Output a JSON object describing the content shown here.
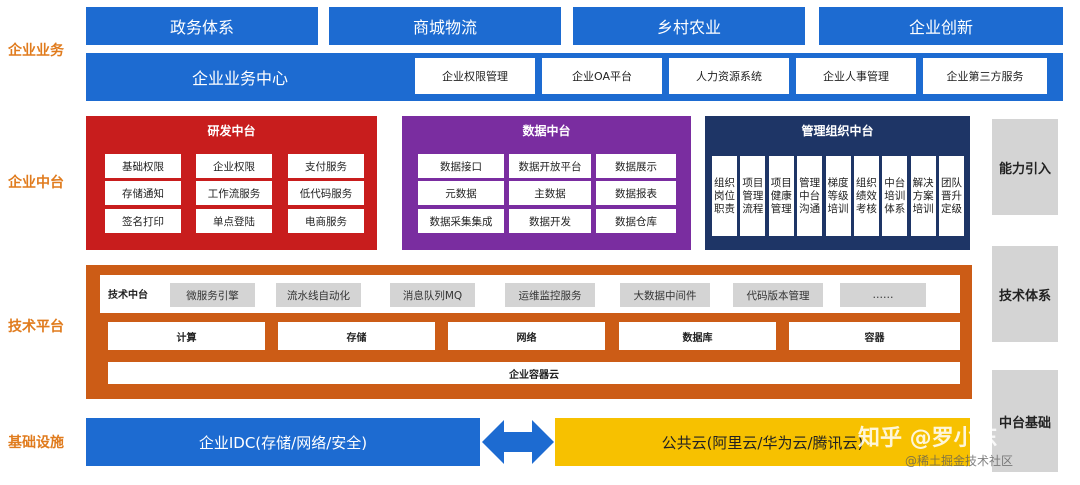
{
  "labels": {
    "business": "企业业务",
    "middle": "企业中台",
    "tech": "技术平台",
    "infra": "基础设施"
  },
  "top_row": [
    "政务体系",
    "商城物流",
    "乡村农业",
    "企业创新"
  ],
  "business_center": {
    "title": "企业业务中心",
    "items": [
      "企业权限管理",
      "企业OA平台",
      "人力资源系统",
      "企业人事管理",
      "企业第三方服务"
    ]
  },
  "rd_center": {
    "title": "研发中台",
    "grid": [
      "基础权限",
      "企业权限",
      "支付服务",
      "存储通知",
      "工作流服务",
      "低代码服务",
      "签名打印",
      "单点登陆",
      "电商服务"
    ]
  },
  "data_center": {
    "title": "数据中台",
    "grid": [
      "数据接口",
      "数据开放平台",
      "数据展示",
      "元数据",
      "主数据",
      "数据报表",
      "数据采集集成",
      "数据开发",
      "数据仓库"
    ]
  },
  "mgmt_center": {
    "title": "管理组织中台",
    "cols": [
      "组织\n岗位\n职责",
      "项目\n管理\n流程",
      "项目\n健康\n管理",
      "管理\n中台\n沟通",
      "梯度\n等级\n培训",
      "组织\n绩效\n考核",
      "中台\n培训\n体系",
      "解决\n方案\n培训",
      "团队\n晋升\n定级"
    ]
  },
  "right_col": [
    "能力引入",
    "技术体系",
    "中台基础"
  ],
  "tech_platform": {
    "row_label": "技术中台",
    "items": [
      "微服务引擎",
      "流水线自动化",
      "消息队列MQ",
      "运维监控服务",
      "大数据中间件",
      "代码版本管理",
      "……"
    ],
    "infra_row": [
      "计算",
      "存储",
      "网络",
      "数据库",
      "容器"
    ],
    "cloud": "企业容器云"
  },
  "infra": {
    "idc": "企业IDC(存储/网络/安全)",
    "public": "公共云(阿里云/华为云/腾讯云)"
  },
  "watermark": {
    "line1": "知乎 @罗小东",
    "line2": "@稀土掘金技术社区"
  },
  "colors": {
    "blue": "#1d6bd1",
    "red": "#c81d1d",
    "purple": "#7a2da0",
    "navy": "#1e3566",
    "orange": "#cc5c16",
    "yellow": "#f7c100",
    "gray": "#d4d4d4",
    "label": "#e07b1d"
  }
}
